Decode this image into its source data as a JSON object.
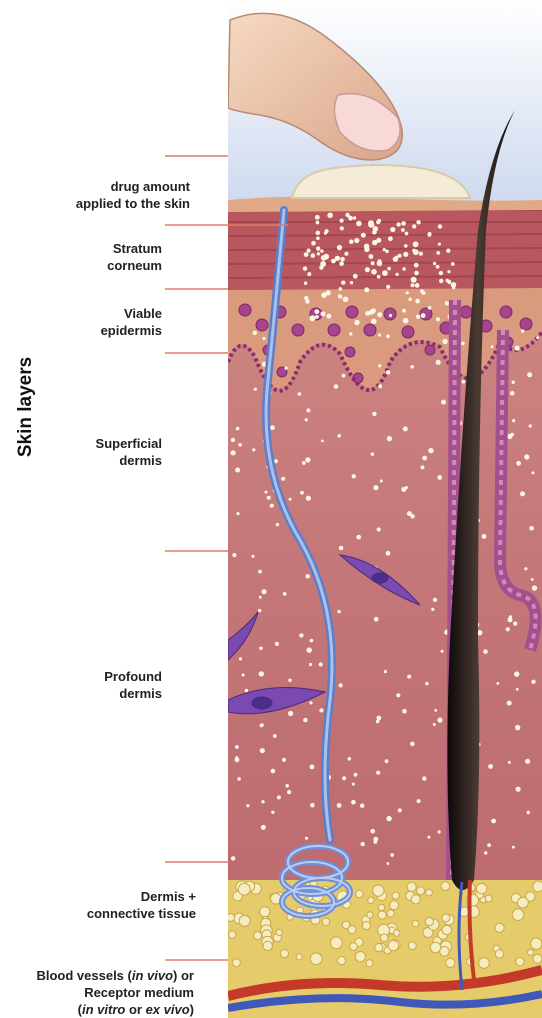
{
  "title": "Skin layers",
  "layers": [
    {
      "id": "drug",
      "lines": [
        "drug amount",
        "applied to the skin"
      ]
    },
    {
      "id": "stratum",
      "lines": [
        "Stratum",
        "corneum"
      ]
    },
    {
      "id": "viable",
      "lines": [
        "Viable",
        "epidermis"
      ]
    },
    {
      "id": "superficial",
      "lines": [
        "Superficial",
        "dermis"
      ]
    },
    {
      "id": "profound",
      "lines": [
        "Profound",
        "dermis"
      ]
    },
    {
      "id": "connective",
      "lines": [
        "Dermis +",
        "connective tissue"
      ]
    }
  ],
  "bottom_label": {
    "l1a": "Blood vessels (",
    "l1b": "in vivo",
    "l1c": ") or",
    "l2": "Receptor medium",
    "l3a": "(",
    "l3b": "in vitro",
    "l3c": " or ",
    "l3d": "ex vivo",
    "l3e": ")"
  },
  "colors": {
    "divider": "#e07a6a",
    "sky": "#dbe4f2",
    "stratum": "#b4545b",
    "epidermis": "#d9a088",
    "dermis": "#c77a7a",
    "fat": "#e8cf6a",
    "hair": "#1c1412",
    "nerve": "#6f8fd6",
    "artery": "#c23a2a",
    "vein": "#3d54b8",
    "cell": "#a04a8e"
  }
}
